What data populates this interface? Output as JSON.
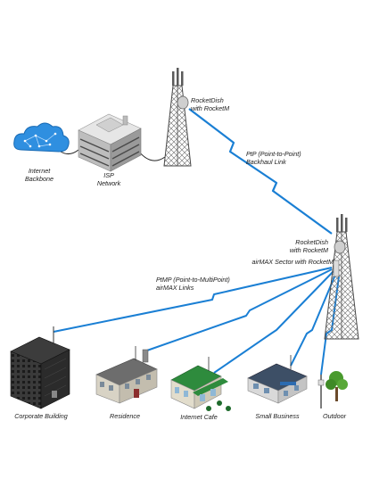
{
  "labels": {
    "internet_backbone": [
      "Internet",
      "Backbone"
    ],
    "isp_network": [
      "ISP",
      "Network"
    ],
    "rocketdish_top": [
      "RocketDish",
      "with RocketM"
    ],
    "ptp_link": [
      "PtP (Point-to-Point)",
      "Backhaul Link"
    ],
    "rocketdish_right": [
      "RocketDish",
      "with RocketM"
    ],
    "airmax_sector": "airMAX Sector with RocketM",
    "ptmp_links": [
      "PtMP (Point-to-MultiPoint)",
      "airMAX Links"
    ],
    "corporate_building": "Corporate Building",
    "residence": "Residence",
    "internet_cafe": "Internet Cafe",
    "small_business": "Small Business",
    "outdoor": "Outdoor"
  },
  "colors": {
    "link_blue": "#1a7fd4",
    "cloud_blue": "#2f8fe0",
    "tower_gray": "#5a5a5a",
    "building_dark": "#2b2b2b",
    "cafe_green": "#2e8b3d",
    "tree_green": "#4a9a2e"
  }
}
